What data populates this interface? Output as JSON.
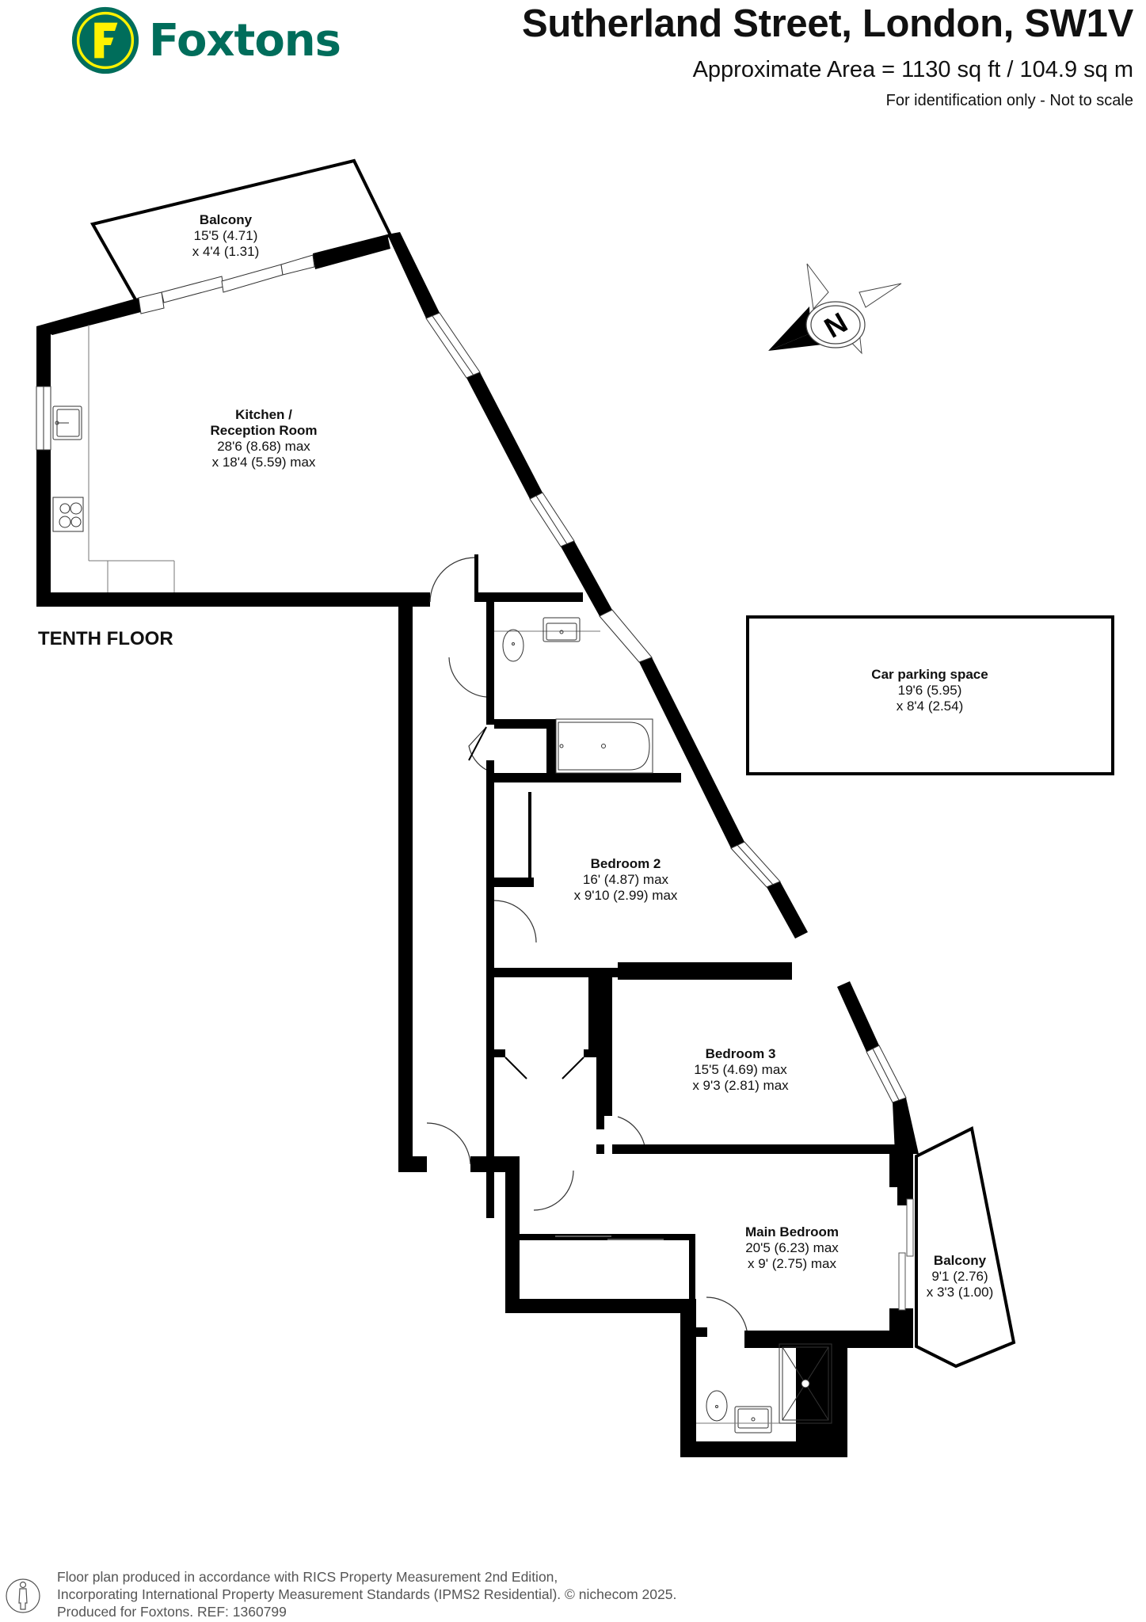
{
  "brand": {
    "name": "Foxtons",
    "badge_letter": "F",
    "colors": {
      "green": "#006d5b",
      "yellow": "#fff200"
    }
  },
  "header": {
    "address": "Sutherland Street, London, SW1V",
    "area": "Approximate Area = 1130 sq ft / 104.9 sq m",
    "note": "For identification only - Not to scale"
  },
  "plan": {
    "floor_label": "TENTH FLOOR",
    "compass_letter": "N",
    "rooms": [
      {
        "id": "balcony-1",
        "name": "Balcony",
        "dim1": "15'5 (4.71)",
        "dim2": "x 4'4 (1.31)"
      },
      {
        "id": "kitchen-reception",
        "name": "Kitchen /",
        "name2": "Reception Room",
        "dim1": "28'6 (8.68) max",
        "dim2": "x 18'4 (5.59) max"
      },
      {
        "id": "car-parking",
        "name": "Car parking space",
        "dim1": "19'6 (5.95)",
        "dim2": "x 8'4 (2.54)"
      },
      {
        "id": "bedroom-2",
        "name": "Bedroom 2",
        "dim1": "16' (4.87) max",
        "dim2": "x 9'10 (2.99) max"
      },
      {
        "id": "bedroom-3",
        "name": "Bedroom 3",
        "dim1": "15'5 (4.69) max",
        "dim2": "x 9'3 (2.81) max"
      },
      {
        "id": "main-bedroom",
        "name": "Main Bedroom",
        "dim1": "20'5 (6.23) max",
        "dim2": "x 9' (2.75) max"
      },
      {
        "id": "balcony-2",
        "name": "Balcony",
        "dim1": "9'1 (2.76)",
        "dim2": "x 3'3 (1.00)"
      }
    ]
  },
  "footer": {
    "line1": "Floor plan produced in accordance with RICS Property Measurement 2nd Edition,",
    "line2": "Incorporating International Property Measurement Standards (IPMS2 Residential).   © nichecom 2025.",
    "line3": "Produced for Foxtons.   REF:  1360799"
  }
}
